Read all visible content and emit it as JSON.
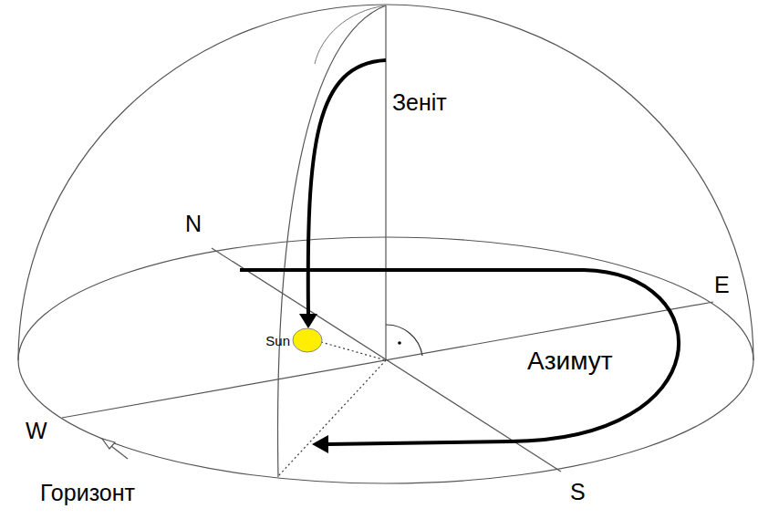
{
  "diagram": {
    "labels": [
      "Зеніт",
      "N",
      "E",
      "W",
      "S",
      "Sun",
      "Азимут",
      "Горизонт"
    ]
  }
}
